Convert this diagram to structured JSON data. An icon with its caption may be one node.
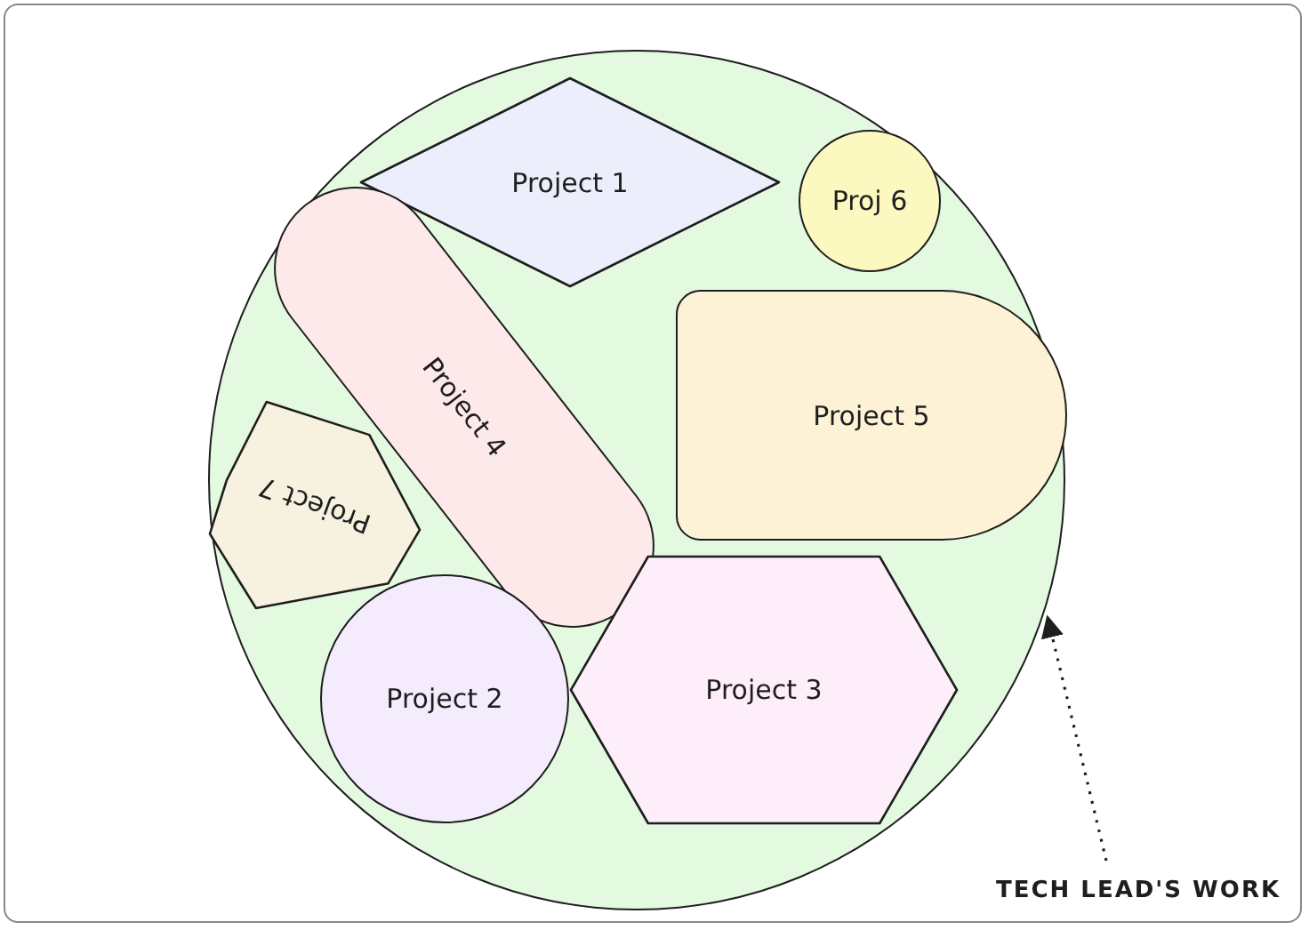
{
  "diagram": {
    "nodes": [
      {
        "text": [],
        "shape": "circle"
      },
      {
        "text": [
          "Project 1"
        ],
        "in": 0
      },
      {
        "text": [
          "Proj 6"
        ],
        "in": 0
      },
      {
        "text": [
          "Project 4"
        ],
        "in": 0
      },
      {
        "text": [
          "Project 5"
        ],
        "in": 0
      },
      {
        "text": [
          "Project 7"
        ],
        "in": 0
      },
      {
        "text": [
          "Project 2"
        ],
        "in": 0
      },
      {
        "text": [
          "Project 3"
        ],
        "in": 0
      },
      {
        "text": [
          "TECH LEAD'S WORK"
        ]
      }
    ],
    "edges": [
      {
        "from": 8,
        "to": 0,
        "arrow": "to",
        "style": "dashed"
      }
    ]
  }
}
